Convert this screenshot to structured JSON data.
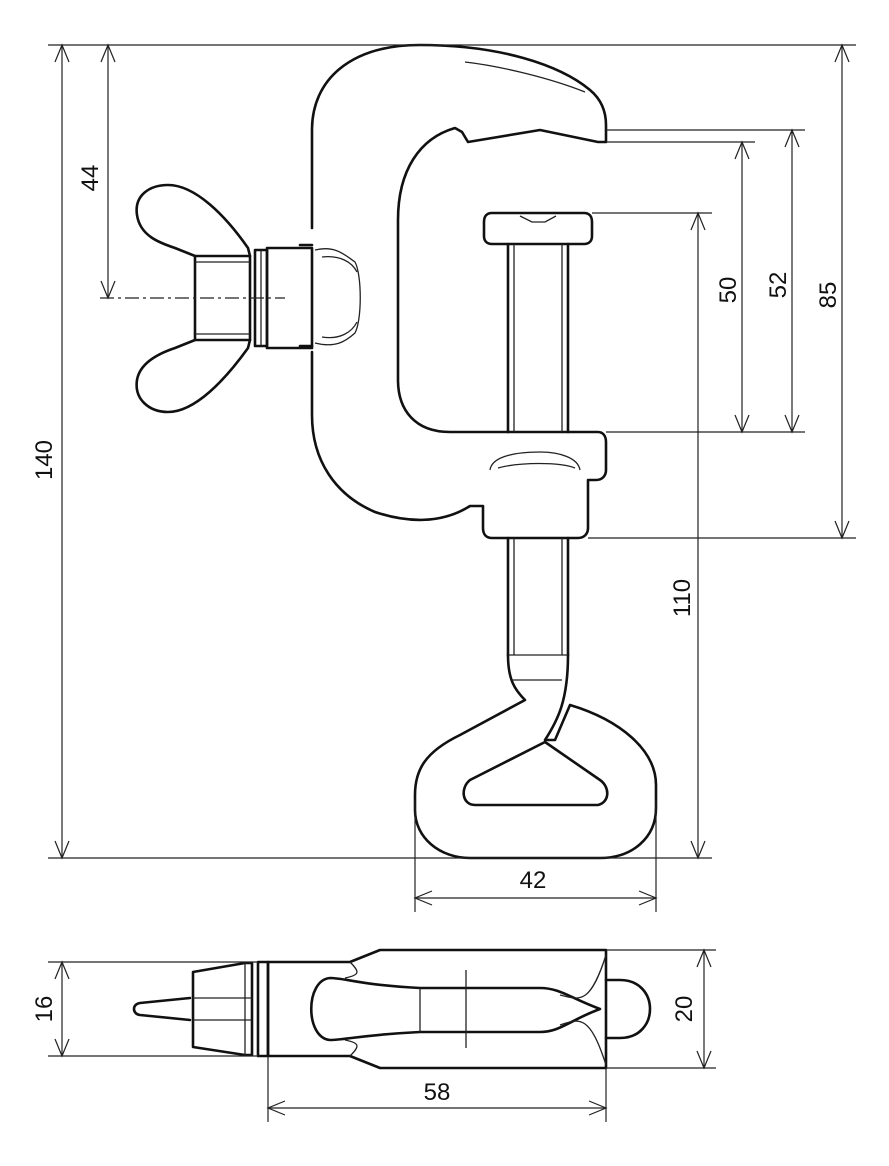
{
  "dimensions": {
    "overall_height": "140",
    "wing_nut_axis": "44",
    "jaw_inner": "50",
    "jaw_depth": "52",
    "frame_height": "85",
    "spindle_length": "110",
    "handle_width": "42",
    "side_thickness": "16",
    "side_height": "20",
    "side_length": "58"
  }
}
